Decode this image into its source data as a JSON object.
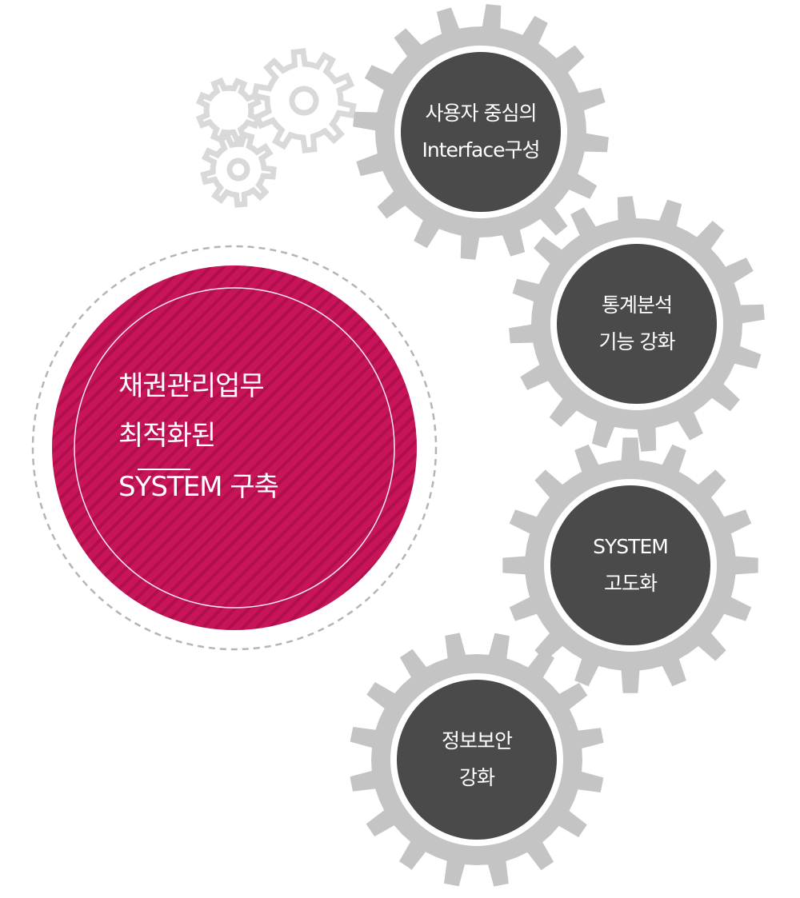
{
  "main": {
    "line1": "채권관리업무",
    "line2": "최적화된",
    "line3": "SYSTEM 구축"
  },
  "gears": [
    {
      "line1": "사용자 중심의",
      "line2": "Interface구성"
    },
    {
      "line1": "통계분석",
      "line2": "기능 강화"
    },
    {
      "line1": "SYSTEM",
      "line2": "고도화"
    },
    {
      "line1": "정보보안",
      "line2": "강화"
    }
  ],
  "colors": {
    "main_circle": "#c8155a",
    "main_stripe": "#b00e4d",
    "gear_outer": "#c4c4c4",
    "gear_inner": "#4a4a4a",
    "deco_gear_stroke": "#d9d9d9",
    "dashed_ring": "#b5b5b5"
  }
}
